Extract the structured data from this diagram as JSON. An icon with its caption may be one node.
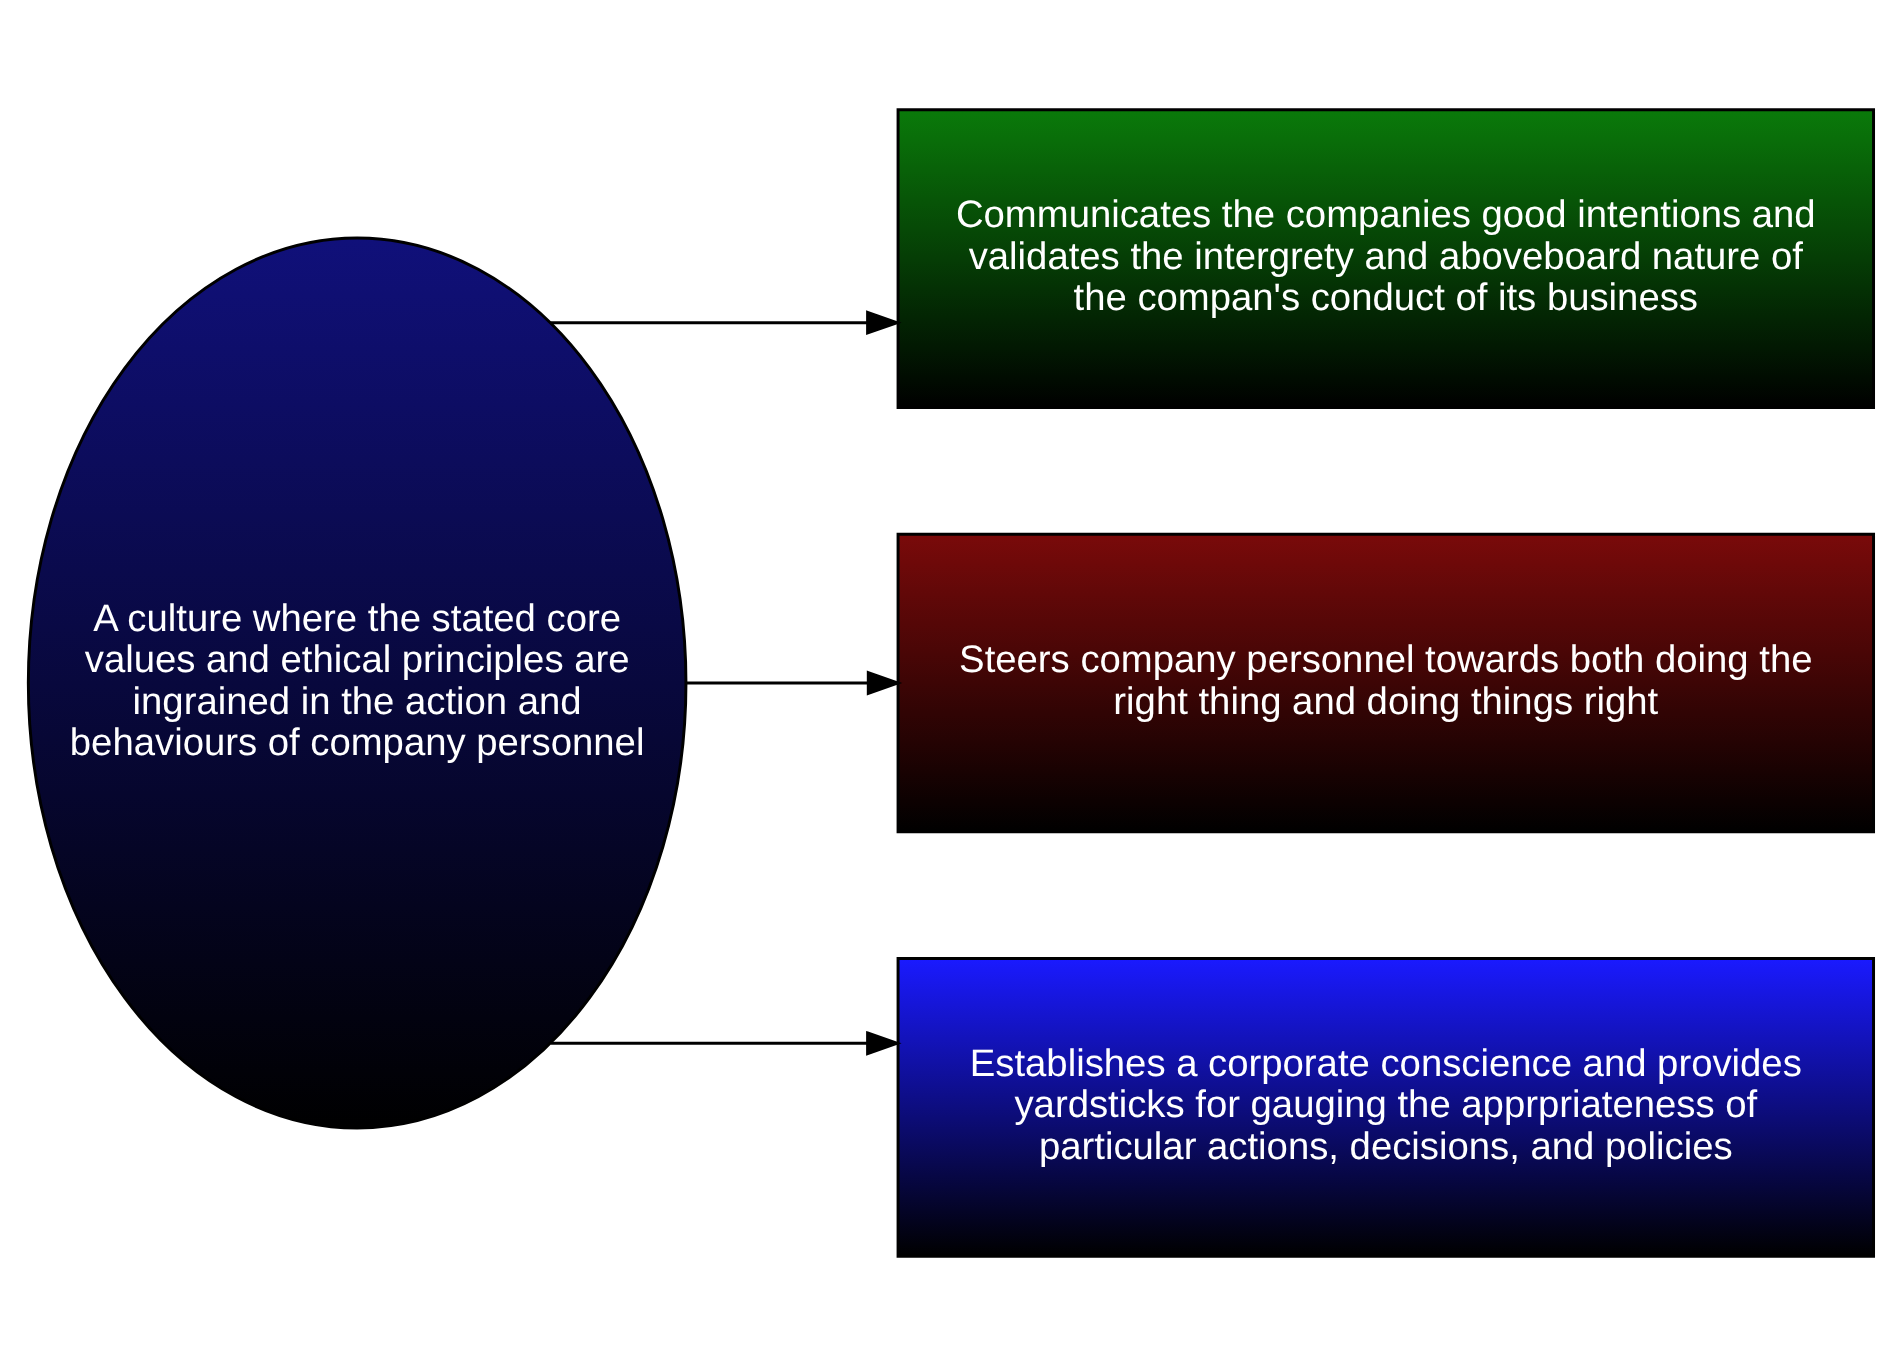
{
  "diagram": {
    "nodes": [
      {
        "text": [
          "A culture where the stated core values and ethical principles are ingrained in the action and behaviours of company personnel"
        ]
      },
      {
        "text": [
          "Communicates the companies good intentions and validates the intergrety and aboveboard nature of the compan's conduct of its business"
        ]
      },
      {
        "text": [
          "Steers company personnel towards both doing the right thing and doing things right"
        ]
      },
      {
        "text": [
          "Establishes a corporate conscience and provides yardsticks for gauging the apprpriateness of particular actions, decisions, and policies"
        ]
      }
    ],
    "edges": [
      {
        "from": 0,
        "to": 1,
        "arrow": "to"
      },
      {
        "from": 0,
        "to": 2,
        "arrow": "to"
      },
      {
        "from": 0,
        "to": 3,
        "arrow": "to"
      }
    ]
  }
}
